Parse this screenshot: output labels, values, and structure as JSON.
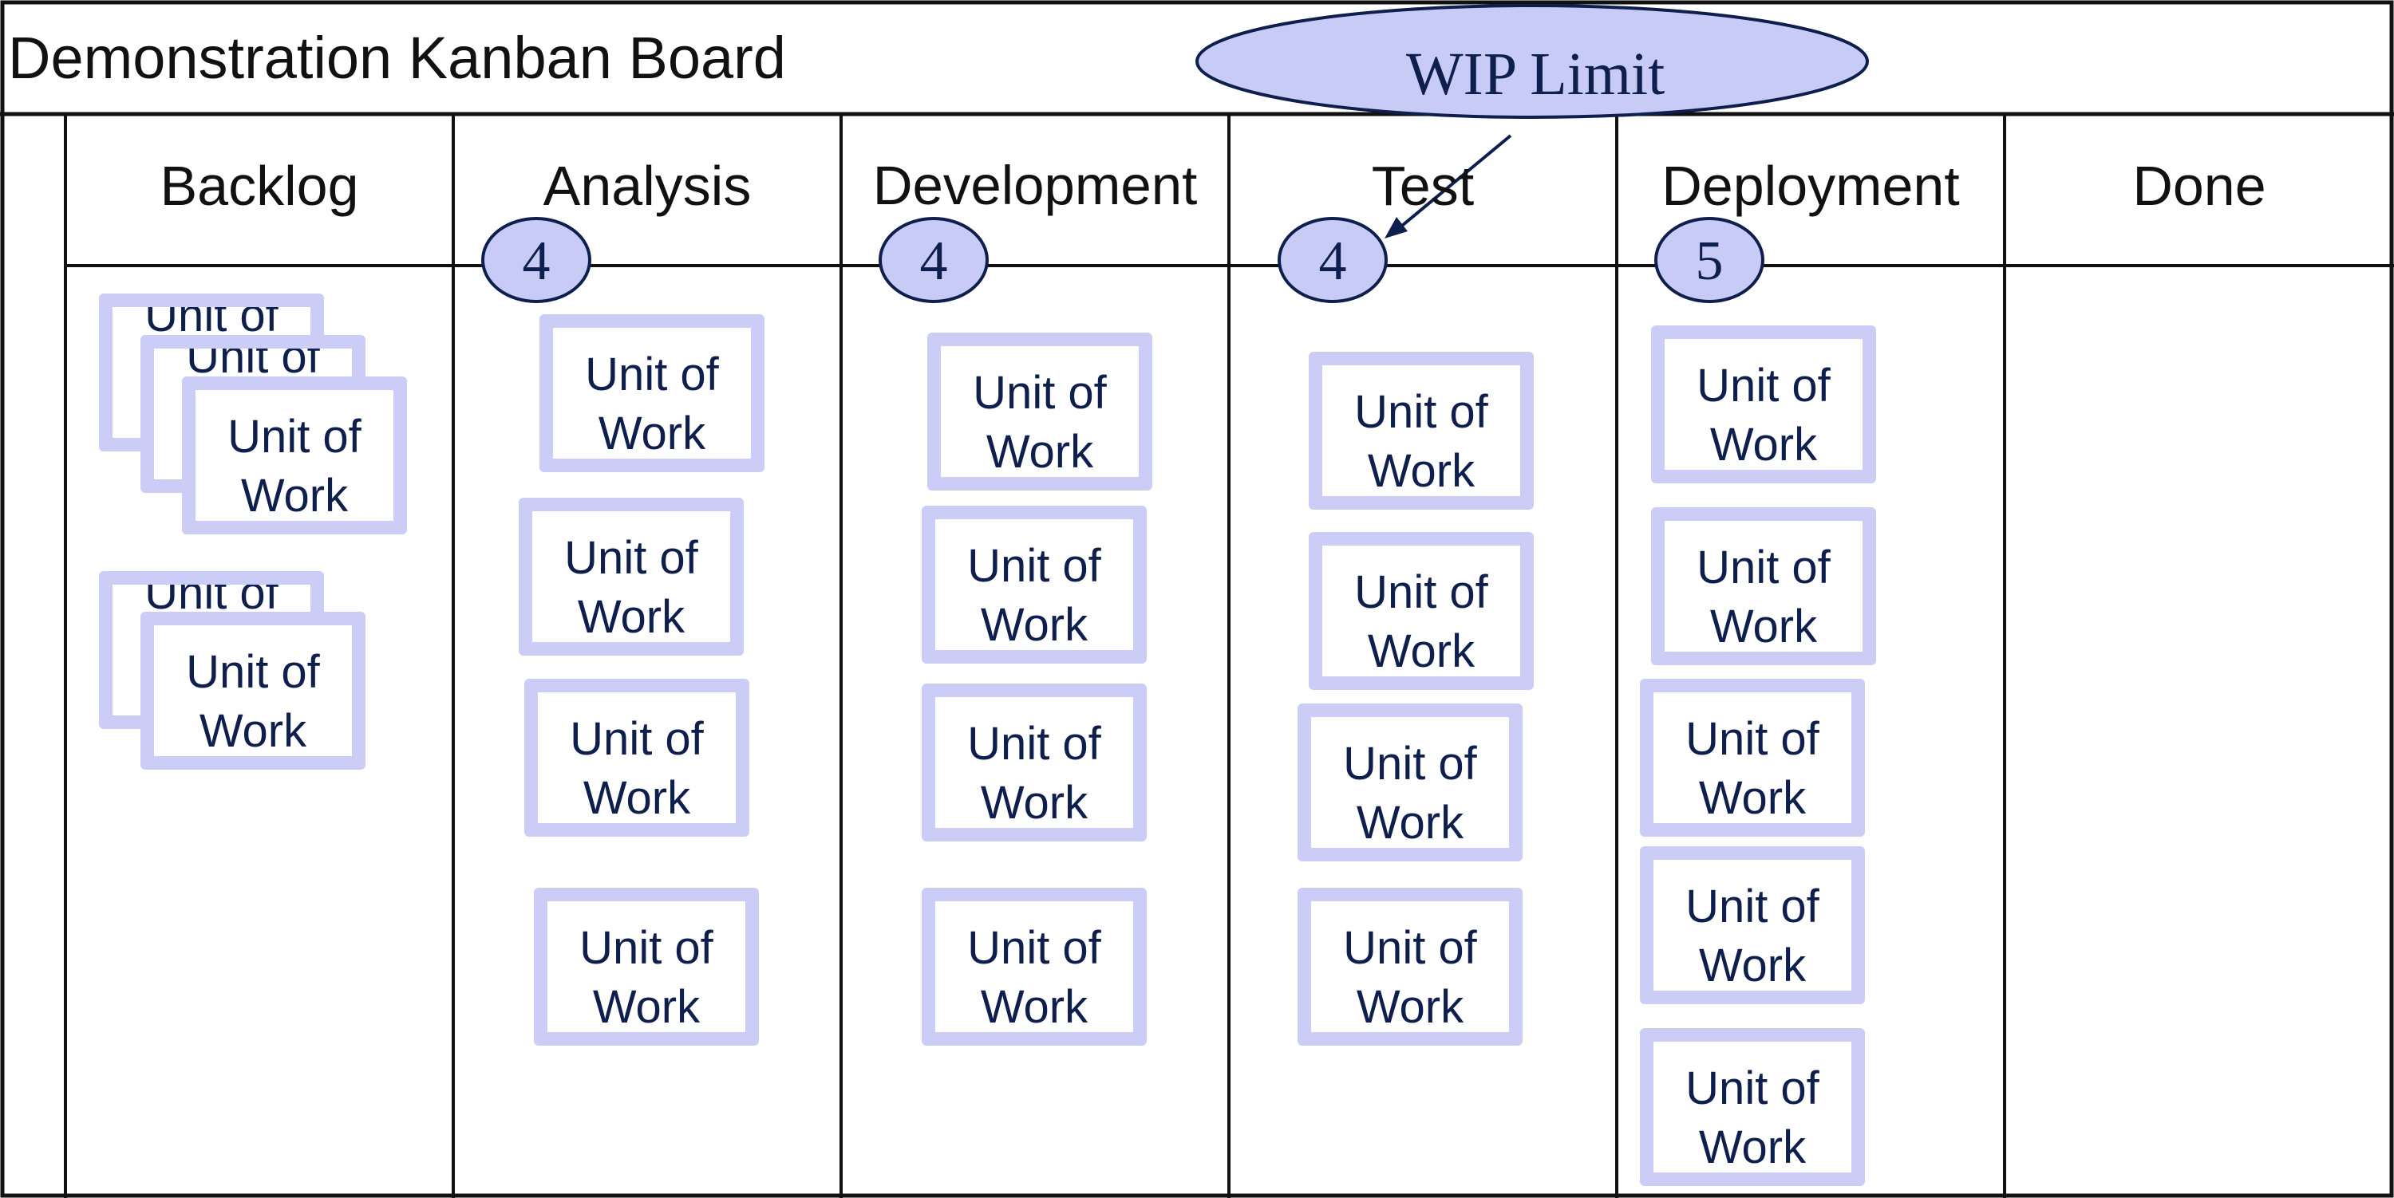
{
  "board": {
    "title": "Demonstration Kanban Board",
    "wip_callout": "WIP Limit"
  },
  "columns": [
    {
      "name": "Backlog",
      "wip": null
    },
    {
      "name": "Analysis",
      "wip": "4"
    },
    {
      "name": "Development",
      "wip": "4"
    },
    {
      "name": "Test",
      "wip": "4"
    },
    {
      "name": "Deployment",
      "wip": "5"
    },
    {
      "name": "Done",
      "wip": null
    }
  ],
  "card_label": "Unit of\nWork",
  "colors": {
    "card_border": "#cbcdf7",
    "wip_fill": "#c8cbf5",
    "text_dark": "#0f1f4d",
    "grid_line": "#111111"
  }
}
